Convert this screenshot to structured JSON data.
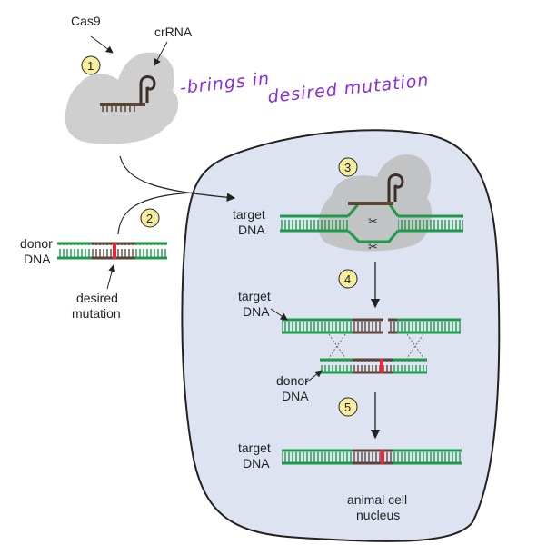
{
  "labels": {
    "cas9": "Cas9",
    "crrna": "crRNA",
    "target_dna_1": "target",
    "target_dna_1b": "DNA",
    "donor_dna_1": "donor",
    "donor_dna_1b": "DNA",
    "desired_mutation_1": "desired",
    "desired_mutation_1b": "mutation",
    "target_dna_2": "target",
    "target_dna_2b": "DNA",
    "donor_dna_2": "donor",
    "donor_dna_2b": "DNA",
    "target_dna_3": "target",
    "target_dna_3b": "DNA",
    "nucleus_1": "animal cell",
    "nucleus_2": "nucleus"
  },
  "steps": [
    "1",
    "2",
    "3",
    "4",
    "5"
  ],
  "annotation": {
    "line1": "-brings in",
    "line2": "desired mutation"
  },
  "colors": {
    "dna_green": "#1f9a4a",
    "dna_brown": "#5a4638",
    "mutation_red": "#e8263c",
    "nucleus_fill": "#dde3f0",
    "cas9_gray": "#cfcfcf",
    "step_yellow": "#f7eea0",
    "annotation_purple": "#8a2be2"
  }
}
